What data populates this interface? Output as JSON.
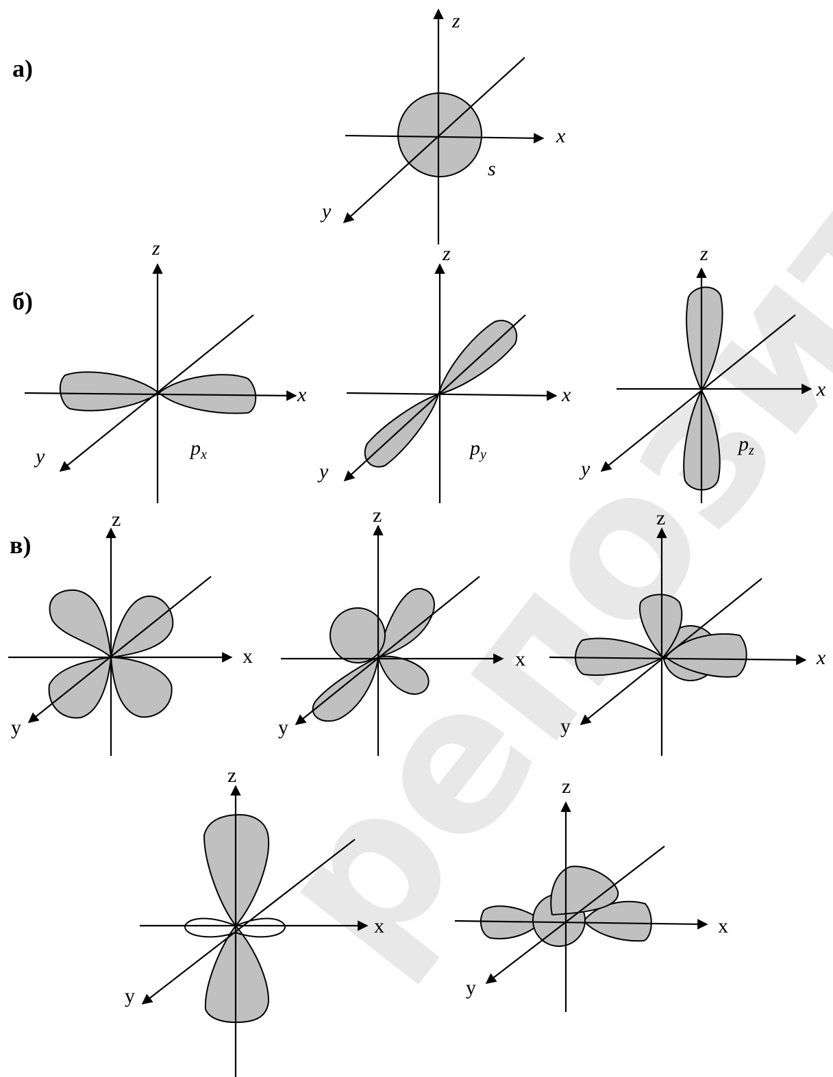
{
  "watermark": {
    "text": "репозиторий БГМУ",
    "color": "#d6d6d6"
  },
  "colors": {
    "lobe_fill": "#c0c0c0",
    "line": "#000000"
  },
  "panels": {
    "a": {
      "label": "а)",
      "orbital": "s",
      "axes": {
        "x": "x",
        "y": "y",
        "z": "z"
      }
    },
    "b": {
      "label": "б)",
      "px": {
        "orbital": "p",
        "sub": "x",
        "axes": {
          "x": "x",
          "y": "y",
          "z": "z"
        }
      },
      "py": {
        "orbital": "p",
        "sub": "y",
        "axes": {
          "x": "x",
          "y": "y",
          "z": "z"
        }
      },
      "pz": {
        "orbital": "p",
        "sub": "z",
        "axes": {
          "x": "x",
          "y": "y",
          "z": "z"
        }
      }
    },
    "c": {
      "label": "в)",
      "d1": {
        "axes": {
          "x": "x",
          "y": "y",
          "z": "z"
        }
      },
      "d2": {
        "axes": {
          "x": "x",
          "y": "y",
          "z": "z"
        }
      },
      "d3": {
        "axes": {
          "x": "x",
          "y": "y",
          "z": "z"
        }
      },
      "d4": {
        "axes": {
          "x": "x",
          "y": "y",
          "z": "z"
        }
      },
      "d5": {
        "axes": {
          "x": "x",
          "y": "y",
          "z": "z"
        }
      }
    }
  }
}
